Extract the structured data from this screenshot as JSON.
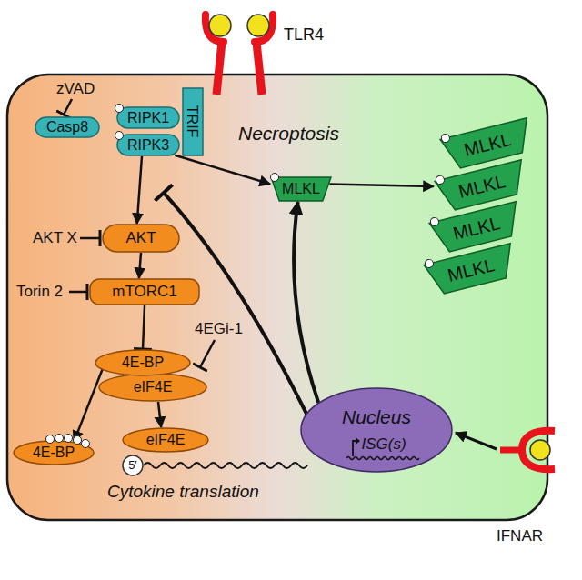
{
  "diagram": {
    "nodes": [
      {
        "text": [
          "Casp8"
        ]
      },
      {
        "text": [
          "RIPK1"
        ]
      },
      {
        "text": [
          "TRIF"
        ]
      },
      {
        "text": [
          "RIPK3"
        ]
      },
      {
        "text": [
          "MLKL"
        ]
      },
      {
        "text": [
          "MLKL"
        ]
      },
      {
        "text": [
          "MLKL"
        ]
      },
      {
        "text": [
          "MLKL"
        ]
      },
      {
        "text": [
          "MLKL"
        ]
      },
      {
        "text": [
          "AKT"
        ]
      },
      {
        "text": [
          "mTORC1"
        ]
      },
      {
        "text": [
          "4E-BP"
        ]
      },
      {
        "text": [
          "eIF4E"
        ]
      },
      {
        "text": [
          "4E-BP"
        ]
      },
      {
        "text": [
          "eIF4E"
        ]
      },
      {
        "text": [
          "5'"
        ]
      },
      {
        "text": [
          "Nucleus",
          "ISG(s)"
        ]
      }
    ],
    "edges": [
      {
        "from": 3,
        "to": 9,
        "arrow": "to"
      },
      {
        "from": 3,
        "to": 4,
        "arrow": "to"
      },
      {
        "from": 4,
        "to": 6,
        "arrow": "to"
      },
      {
        "from": 9,
        "to": 10,
        "arrow": "to"
      },
      {
        "from": 10,
        "to": 11,
        "arrow": "to"
      },
      {
        "from": 11,
        "to": 13,
        "arrow": "to"
      },
      {
        "from": 12,
        "to": 14,
        "arrow": "to"
      },
      {
        "from": 16,
        "to": 4,
        "arrow": "to"
      }
    ],
    "labels": [
      "TLR4",
      "zVAD",
      "Necroptosis",
      "AKT X",
      "Torin 2",
      "4EGi-1",
      "Cytokine translation",
      "IFNAR"
    ]
  }
}
